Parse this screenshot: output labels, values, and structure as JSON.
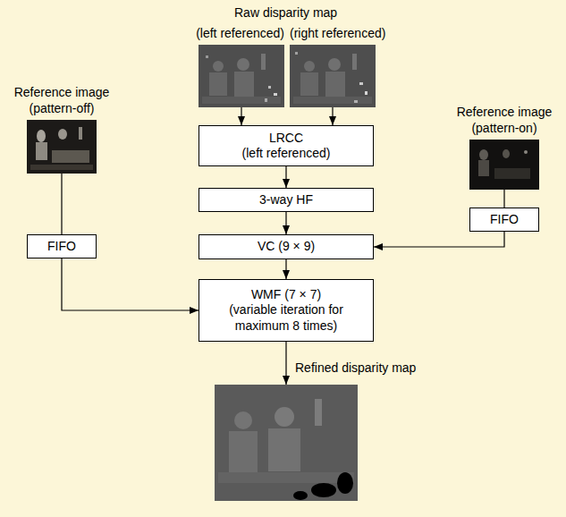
{
  "diagram": {
    "nodes": [
      {
        "text": [
          "(left referenced)"
        ]
      },
      {
        "text": [
          "(right referenced)"
        ]
      },
      {
        "text": [
          "Reference image (pattern-off)"
        ]
      },
      {
        "text": [
          "LRCC",
          "(left referenced)"
        ]
      },
      {
        "text": [
          "Reference image (pattern-on)"
        ]
      },
      {
        "text": [
          "3-way HF"
        ]
      },
      {
        "text": [
          "FIFO"
        ]
      },
      {
        "text": [
          "FIFO"
        ]
      },
      {
        "text": [
          "VC (9 × 9)"
        ]
      },
      {
        "text": [
          "WMF (7 × 7)",
          "(variable iteration for maximum 8 times)"
        ]
      },
      {
        "text": [
          "Refined disparity map"
        ]
      }
    ],
    "edges": [
      {
        "from": 0,
        "to": 3,
        "arrow": "to"
      },
      {
        "from": 1,
        "to": 3,
        "arrow": "to"
      },
      {
        "from": 3,
        "to": 5,
        "arrow": "to"
      },
      {
        "from": 5,
        "to": 8,
        "arrow": "to"
      },
      {
        "from": 8,
        "to": 9,
        "arrow": "to"
      },
      {
        "from": 2,
        "to": 6,
        "arrow": "none"
      },
      {
        "from": 4,
        "to": 7,
        "arrow": "none"
      },
      {
        "from": 7,
        "to": 8,
        "arrow": "to"
      },
      {
        "from": 6,
        "to": 9,
        "arrow": "to"
      },
      {
        "from": 9,
        "to": 10,
        "arrow": "to"
      }
    ],
    "labels": [
      "Raw disparity map"
    ]
  }
}
